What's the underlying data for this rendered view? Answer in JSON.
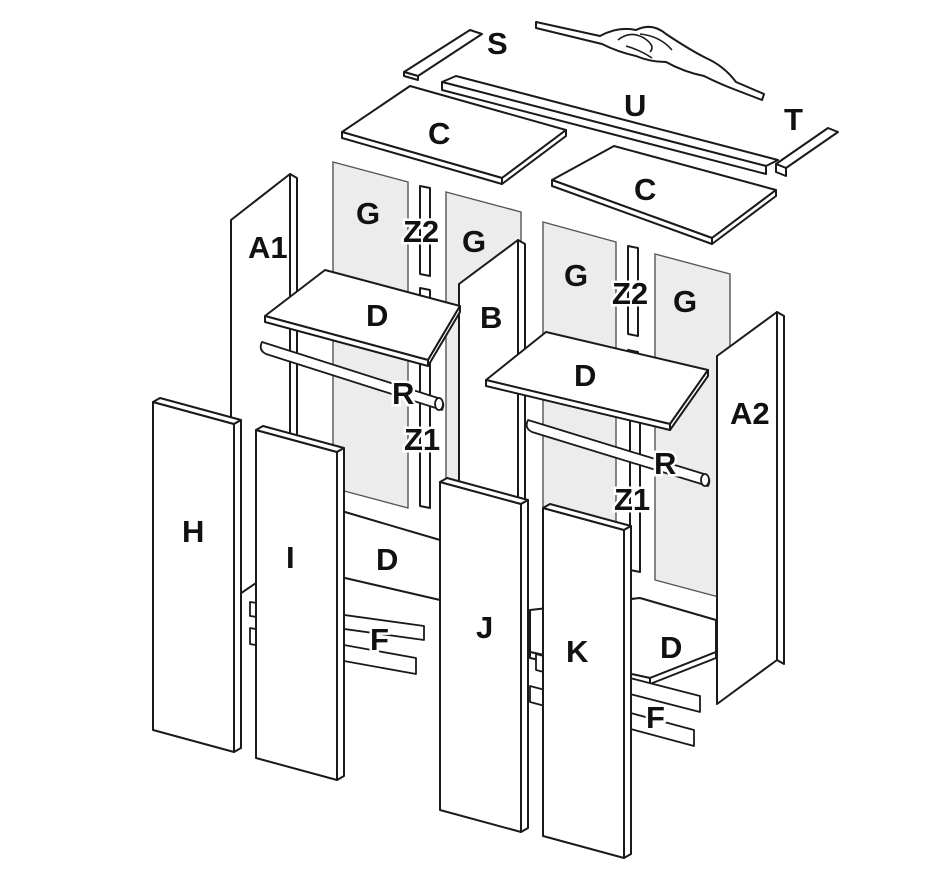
{
  "labels": {
    "S": "S",
    "U": "U",
    "T": "T",
    "C1": "C",
    "C2": "C",
    "G1": "G",
    "G2": "G",
    "G3": "G",
    "G4": "G",
    "Z2a": "Z2",
    "Z2b": "Z2",
    "A1": "A1",
    "A2": "A2",
    "B": "B",
    "D1": "D",
    "D2": "D",
    "D3": "D",
    "D4": "D",
    "R1": "R",
    "R2": "R",
    "Z1a": "Z1",
    "Z1b": "Z1",
    "H": "H",
    "I": "I",
    "J": "J",
    "K": "K",
    "F1": "F",
    "F2": "F"
  },
  "colors": {
    "line": "#1a1a1a",
    "glass": "#ececec",
    "background": "#ffffff"
  }
}
